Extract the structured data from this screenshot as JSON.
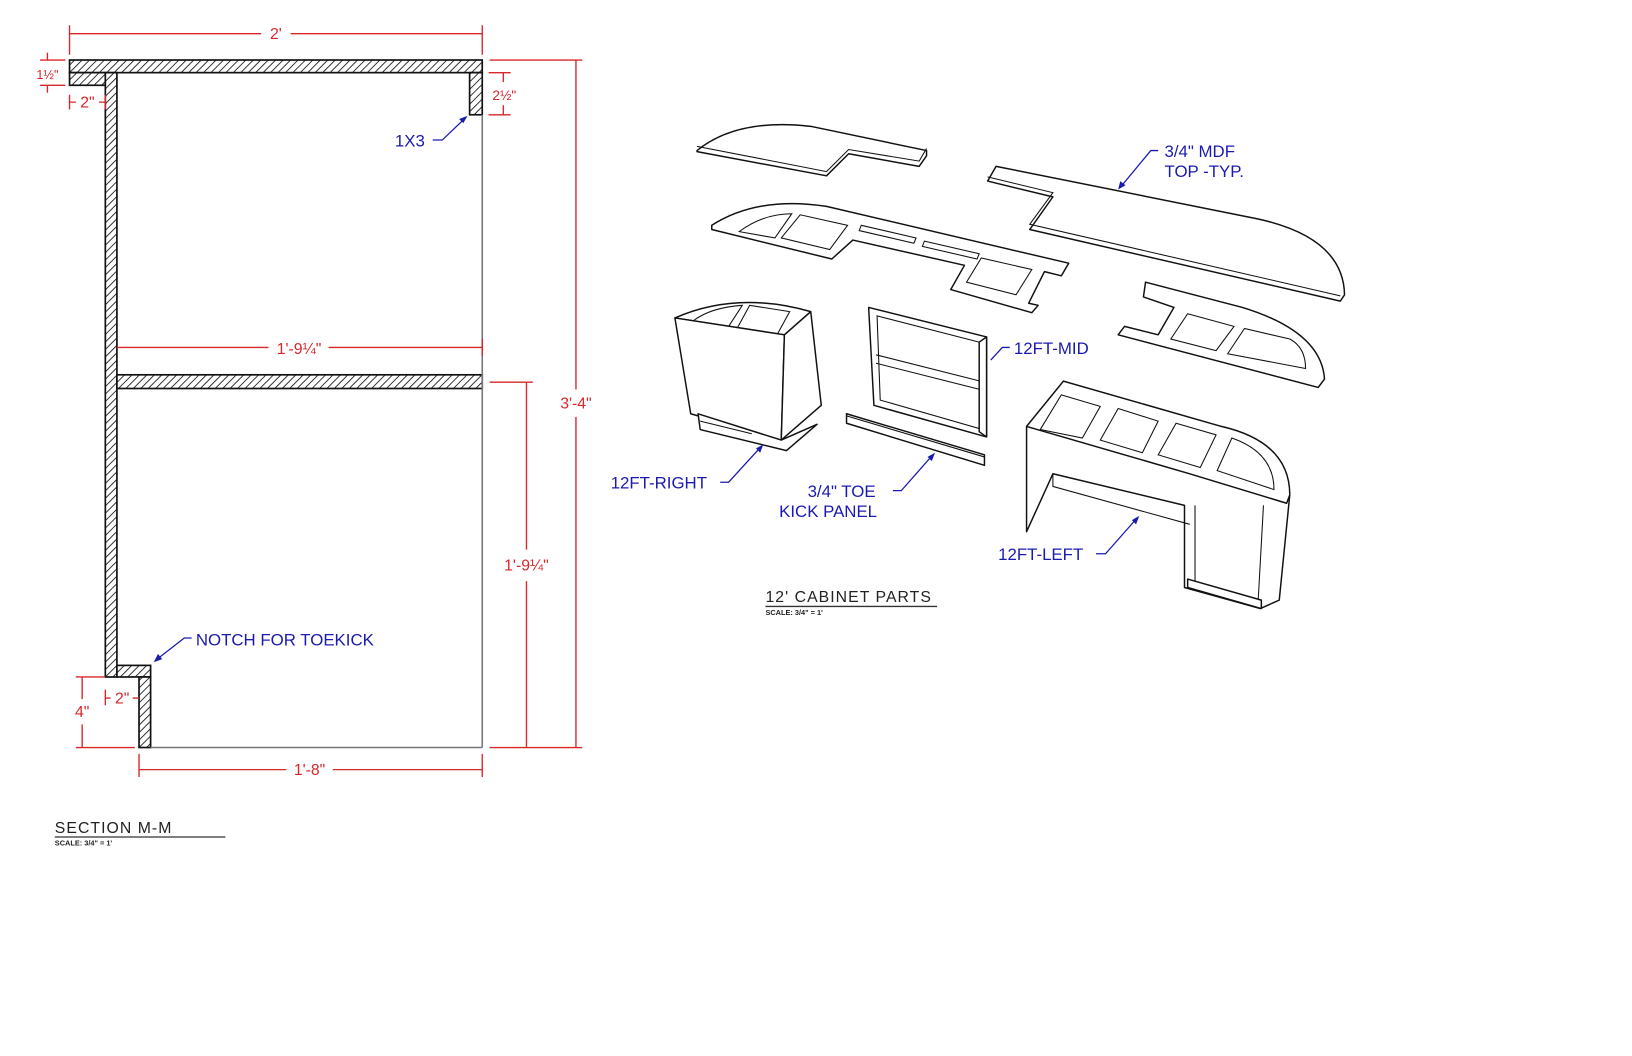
{
  "section": {
    "title": "SECTION M-M",
    "scale": "SCALE: 3/4\" = 1'",
    "dimensions": {
      "overall_width": "2'",
      "top_thickness": "1½\"",
      "top_overhang": "2\"",
      "cleat_height": "2½\"",
      "overall_height": "3'-4\"",
      "interior_width": "1'-9¼\"",
      "shelf_height": "1'-9¼\"",
      "toekick_height": "4\"",
      "toekick_depth": "2\"",
      "base_depth": "1'-8\""
    },
    "labels": {
      "cleat": "1X3",
      "notch": "NOTCH FOR TOEKICK"
    }
  },
  "parts": {
    "title": "12' CABINET PARTS",
    "scale": "SCALE: 3/4\" = 1'",
    "labels": {
      "mdf_top_1": "3/4\" MDF",
      "mdf_top_2": "TOP -TYP.",
      "mid": "12FT-MID",
      "right": "12FT-RIGHT",
      "toe_1": "3/4\" TOE",
      "toe_2": "KICK PANEL",
      "left": "12FT-LEFT"
    }
  },
  "colors": {
    "dimension": "#d8262b",
    "label": "#1a1ab0",
    "line": "#111111"
  }
}
